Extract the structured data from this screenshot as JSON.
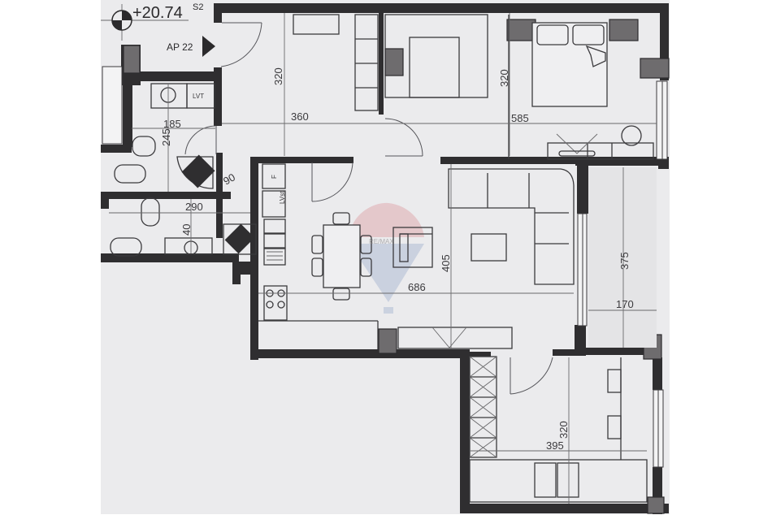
{
  "plan": {
    "elevation_label": "+20.74",
    "elevation_superscript": "S2",
    "apartment_label": "AP 22",
    "watermark": "RE/MAX",
    "fixture_labels": {
      "lavatory": "LVT",
      "fridge": "F",
      "dishwasher": "LVst"
    },
    "dimensions": {
      "entry_height": "320",
      "entry_width": "360",
      "bedroom_height": "320",
      "bedroom_width": "585",
      "bath1_width": "185",
      "bath1_height": "245",
      "shower_door": "90",
      "bath2_width": "290",
      "bath2_height": "40",
      "living_height": "405",
      "living_width": "686",
      "balcony_height": "375",
      "balcony_width": "170",
      "room_south_height": "320",
      "room_south_width": "395"
    },
    "colors": {
      "wall": "#2f2e30",
      "paper": "#ebebed",
      "column": "#6e6c6e",
      "watermark_red": "#d9888f",
      "watermark_blue": "#8ea3c8"
    }
  }
}
